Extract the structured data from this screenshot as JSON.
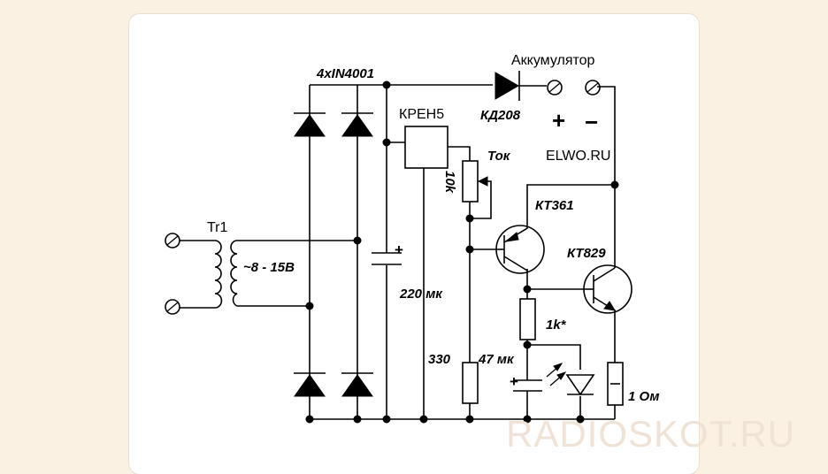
{
  "header_fragment": "                                       ",
  "labels": {
    "diodes_bridge": "4xIN4001",
    "battery": "Аккумулятор",
    "diode_kd": "КД208",
    "plus": "+",
    "minus": "−",
    "regulator": "КРЕН5",
    "current": "Ток",
    "pot": "10k",
    "site": "ELWO.RU",
    "transistor1": "КТ361",
    "transistor2": "КТ829",
    "transformer": "Tr1",
    "voltage": "~8 - 15В",
    "cap_main": "220 мк",
    "cap_plus": "+",
    "r_330": "330",
    "cap_47": "47 мк",
    "cap_47_plus": "+",
    "r_1k": "1k*",
    "r_1ohm": "1 Ом",
    "watermark": "RADIOSKOT.RU"
  }
}
